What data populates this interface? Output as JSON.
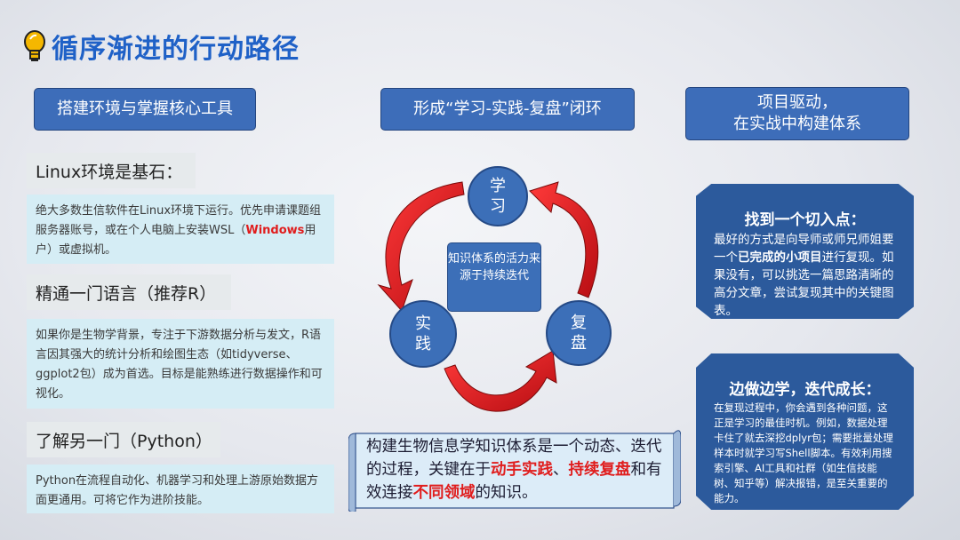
{
  "title": "循序渐进的行动路径",
  "headers": {
    "left": "搭建环境与掌握核心工具",
    "middle": "形成“学习-实践-复盘”闭环",
    "right_line1": "项目驱动，",
    "right_line2": "在实战中构建体系"
  },
  "left_column": {
    "linux_title": "Linux环境是基石：",
    "linux_text_a": "绝大多数生信软件在Linux环境下运行。优先申请课题组服务器账号，或在个人电脑上安装WSL（",
    "linux_text_red": "Windows",
    "linux_text_b": "用户）或虚拟机。",
    "lang_title": "精通一门语言（推荐R）",
    "lang_text": "如果你是生物学背景，专注于下游数据分析与发文，R语言因其强大的统计分析和绘图生态（如tidyverse、ggplot2包）成为首选。目标是能熟练进行数据操作和可视化。",
    "python_title": "了解另一门（Python）",
    "python_text": "Python在流程自动化、机器学习和处理上游原始数据方面更通用。可将它作为进阶技能。"
  },
  "cycle": {
    "learn": [
      "学",
      "习"
    ],
    "practice": [
      "实",
      "践"
    ],
    "review": [
      "复",
      "盘"
    ],
    "center_text": "知识体系的活力来源于持续迭代"
  },
  "scroll_text": {
    "part1": "构建生物信息学知识体系是一个动态、迭代的过程，关键在于",
    "red1": "动手实践",
    "sep": "、",
    "red2": "持续复盘",
    "part2": "和有效连接",
    "red3": "不同领域",
    "part3": "的知识。"
  },
  "right_column": {
    "entry_title": "找到一个切入点：",
    "entry_text_a": "最好的方式是向导师或师兄师姐要一个",
    "entry_text_bold": "已完成的小项目",
    "entry_text_b": "进行复现。如果没有，可以挑选一篇思路清晰的高分文章，尝试复现其中的关键图表。",
    "iterate_title": "边做边学，迭代成长：",
    "iterate_text": "在复现过程中，你会遇到各种问题，这正是学习的最佳时机。例如，数据处理卡住了就去深挖dplyr包；需要批量处理样本时就学习写Shell脚本。有效利用搜索引擎、AI工具和社群（如生信技能树、知乎等）解决报错，是至关重要的能力。"
  },
  "colors": {
    "title_blue": "#1f61c7",
    "box_blue": "#3d6db9",
    "hex_navy": "#2c5a9c",
    "arrow_red": "#e3141c",
    "highlight_red": "#e01d1d"
  }
}
